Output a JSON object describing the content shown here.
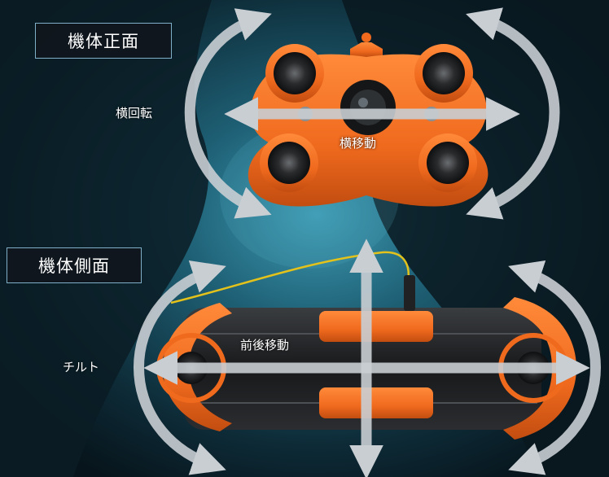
{
  "labels": {
    "front_view": "機体正面",
    "side_view": "機体側面",
    "roll": "横回転",
    "lateral": "横移動",
    "surge": "前後移動",
    "tilt": "チルト"
  },
  "colors": {
    "drone_orange": "#f06a1e",
    "arrow": "#c9ced3",
    "water": "#1d6a82",
    "tether": "#e3c21b"
  }
}
